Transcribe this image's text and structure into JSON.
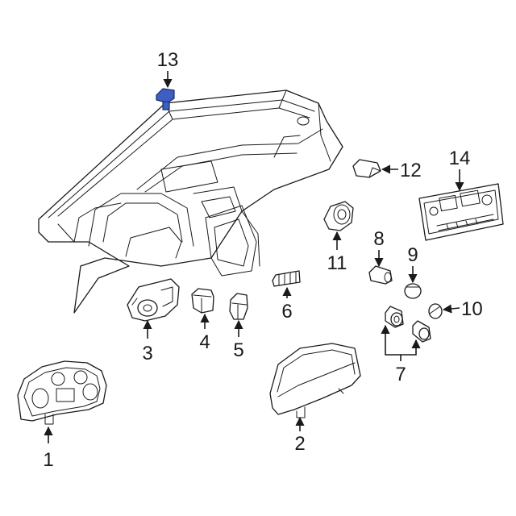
{
  "highlight_color": "#3d5fc4",
  "callouts": [
    {
      "id": "1",
      "label": "1"
    },
    {
      "id": "2",
      "label": "2"
    },
    {
      "id": "3",
      "label": "3"
    },
    {
      "id": "4",
      "label": "4"
    },
    {
      "id": "5",
      "label": "5"
    },
    {
      "id": "6",
      "label": "6"
    },
    {
      "id": "7",
      "label": "7"
    },
    {
      "id": "8",
      "label": "8"
    },
    {
      "id": "9",
      "label": "9"
    },
    {
      "id": "10",
      "label": "10"
    },
    {
      "id": "11",
      "label": "11"
    },
    {
      "id": "12",
      "label": "12"
    },
    {
      "id": "13",
      "label": "13",
      "highlighted": true
    },
    {
      "id": "14",
      "label": "14"
    }
  ]
}
